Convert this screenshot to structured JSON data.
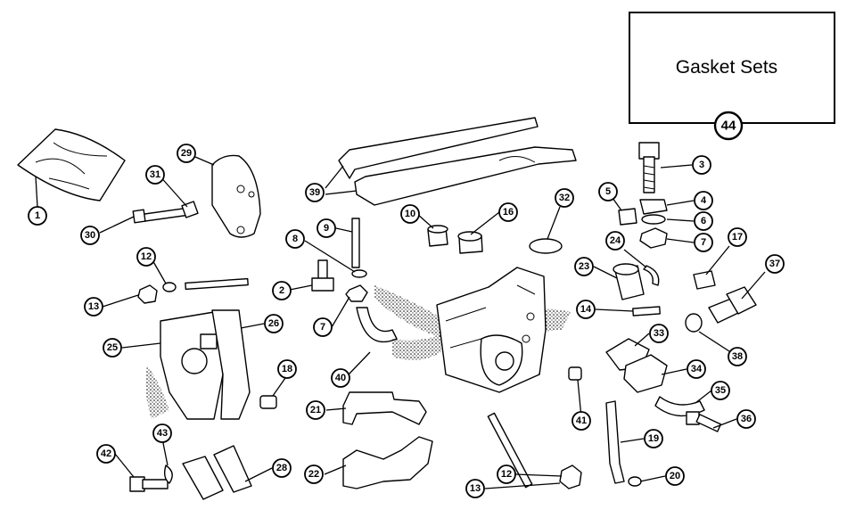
{
  "title_box": {
    "title": "Gasket Sets",
    "page_number": "44"
  },
  "callouts": [
    "1",
    "2",
    "3",
    "4",
    "5",
    "6",
    "7",
    "7",
    "8",
    "9",
    "10",
    "12",
    "12",
    "13",
    "13",
    "14",
    "16",
    "17",
    "18",
    "19",
    "20",
    "21",
    "22",
    "23",
    "24",
    "25",
    "26",
    "28",
    "29",
    "30",
    "31",
    "32",
    "33",
    "34",
    "35",
    "36",
    "37",
    "38",
    "39",
    "40",
    "41",
    "42",
    "43"
  ]
}
